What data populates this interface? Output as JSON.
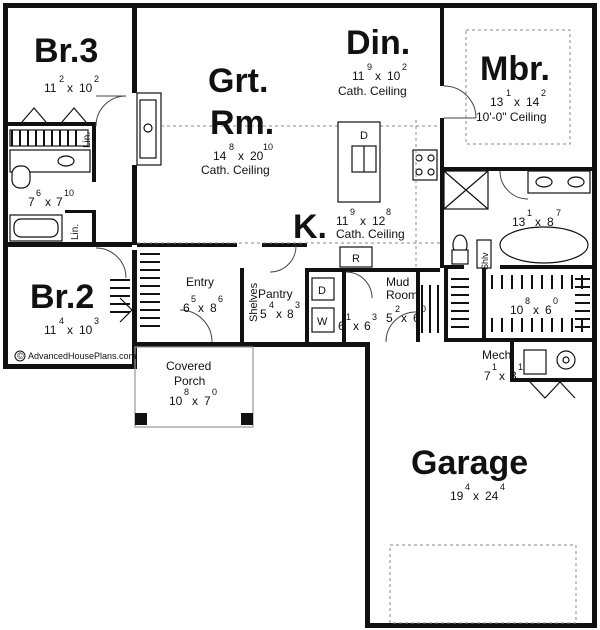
{
  "rooms": {
    "br3": {
      "name": "Br.3",
      "dim_a": "11",
      "sup_a": "2",
      "dim_b": "10",
      "sup_b": "2"
    },
    "br2": {
      "name": "Br.2",
      "dim_a": "11",
      "sup_a": "4",
      "dim_b": "10",
      "sup_b": "3"
    },
    "bath2": {
      "dim_a": "7",
      "sup_a": "6",
      "dim_b": "7",
      "sup_b": "10"
    },
    "great_room": {
      "name_1": "Grt.",
      "name_2": "Rm.",
      "dim_a": "14",
      "sup_a": "8",
      "dim_b": "20",
      "sup_b": "10",
      "ceiling": "Cath. Ceiling"
    },
    "dining": {
      "name": "Din.",
      "dim_a": "11",
      "sup_a": "9",
      "dim_b": "10",
      "sup_b": "2",
      "ceiling": "Cath. Ceiling"
    },
    "kitchen": {
      "name": "K.",
      "dim_a": "11",
      "sup_a": "9",
      "dim_b": "12",
      "sup_b": "8",
      "ceiling": "Cath. Ceiling"
    },
    "master": {
      "name": "Mbr.",
      "dim_a": "13",
      "sup_a": "1",
      "dim_b": "14",
      "sup_b": "2",
      "ceiling": "10'-0\" Ceiling"
    },
    "master_bath": {
      "dim_a": "13",
      "sup_a": "1",
      "dim_b": "8",
      "sup_b": "7"
    },
    "master_closet": {
      "dim_a": "10",
      "sup_a": "8",
      "dim_b": "6",
      "sup_b": "0"
    },
    "entry": {
      "name": "Entry",
      "dim_a": "6",
      "sup_a": "5",
      "dim_b": "8",
      "sup_b": "6"
    },
    "pantry": {
      "name": "Pantry",
      "dim_a": "5",
      "sup_a": "4",
      "dim_b": "8",
      "sup_b": "3"
    },
    "laundry": {
      "dim_a": "6",
      "sup_a": "1",
      "dim_b": "6",
      "sup_b": "3"
    },
    "mud_room": {
      "name_1": "Mud",
      "name_2": "Room",
      "dim_a": "5",
      "sup_a": "2",
      "dim_b": "6",
      "sup_b": "0"
    },
    "mech": {
      "name": "Mech.",
      "dim_a": "7",
      "sup_a": "1",
      "dim_b": "3",
      "sup_b": "1"
    },
    "porch": {
      "name_1": "Covered",
      "name_2": "Porch",
      "dim_a": "10",
      "sup_a": "8",
      "dim_b": "7",
      "sup_b": "0"
    },
    "garage": {
      "name": "Garage",
      "dim_a": "19",
      "sup_a": "4",
      "dim_b": "24",
      "sup_b": "4"
    }
  },
  "labels": {
    "lin_1": "Lin.",
    "lin_2": "Lin.",
    "shelves": "Shelves",
    "shlv": "Shlv",
    "dishwasher": "D",
    "refrigerator": "R",
    "dryer": "D",
    "washer": "W",
    "times": "x"
  },
  "credit": {
    "text": "AdvancedHousePlans.com",
    "symbol": "©"
  }
}
